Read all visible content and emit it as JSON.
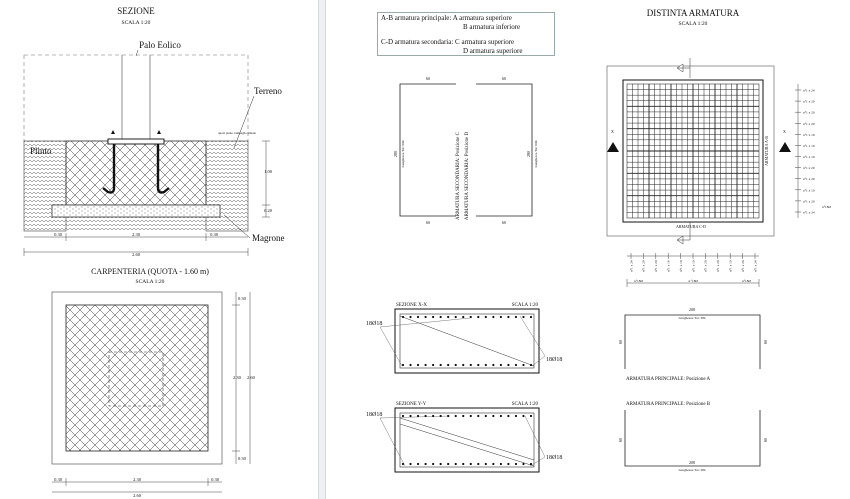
{
  "left": {
    "section": {
      "title": "SEZIONE",
      "scale": "SCALA 1:20"
    },
    "labels": {
      "pole": "Palo Eolico",
      "ground": "Terreno",
      "footing": "Plinto",
      "lean": "Magrone",
      "level_note": "quota piano campagna attuale"
    },
    "section_dims": {
      "h_top": "1.00",
      "h_bottom": "0.20",
      "w_left": "0.30",
      "w_mid": "2.30",
      "w_right": "0.30",
      "w_total": "2.60"
    },
    "plan": {
      "title": "CARPENTERIA (QUOTA - 1.60 m)",
      "scale": "SCALA 1:20"
    },
    "plan_dims": {
      "v_top": "0.30",
      "v_mid": "2.30",
      "v_bottom": "0.30",
      "v_total": "2.60",
      "h_left": "0.30",
      "h_mid": "2.30",
      "h_right": "0.30",
      "h_total": "2.60"
    }
  },
  "legend": {
    "ab": "A-B  armatura principale: A armatura superiore",
    "ab2": "B armatura inferiore",
    "cd": "C-D  armatura secondaria: C armatura superiore",
    "cd2": "D armatura superiore"
  },
  "distinta": {
    "title": "DISTINTA ARMATURA",
    "scale": "SCALA 1:20"
  },
  "secondary": {
    "label_c": "ARMATURA SECONDARIA: Posizione C",
    "label_d": "ARMATURA SECONDARIA: Posizione D",
    "top_dim": "60",
    "side_dim": "280",
    "length_note": "Lunghezza Tot: 604"
  },
  "grid": {
    "label_bottom": "ARMATURA C-D",
    "label_right": "ARMATURA A-B",
    "section_mark": "X",
    "right_spacing": [
      "n°1 x 24",
      "n°1 x 20",
      "n°1 x 20",
      "n°1 x 20",
      "n°1 x 16",
      "n°1 x 10",
      "n°1 x 10",
      "n°1 x 20",
      "n°1 x 20",
      "n°1 x 10",
      "n°1 x 20",
      "n°1 x 24"
    ],
    "bottom_spacing": [
      "n°1 x 24",
      "n°1 x 20",
      "n°1 x 20",
      "n°1 x 16",
      "n°1 x 10",
      "n°1 x 10",
      "n°1 x 20",
      "n°1 x 20",
      "n°1 x 10",
      "n°1 x 20",
      "n°1 x 24"
    ],
    "edge_dim": "n°18Ø",
    "bottom_total": "4 °18Ø"
  },
  "sections": {
    "xx": {
      "title": "SEZIONE X-X",
      "scale": "SCALA 1:20",
      "bar_left": "18Ø18",
      "bar_right": "18Ø18"
    },
    "yy": {
      "title": "SEZIONE Y-Y",
      "scale": "SCALA 1:20",
      "bar_left": "18Ø18",
      "bar_right": "18Ø18"
    }
  },
  "principal": {
    "top_dim": "208",
    "length_note": "Lunghezza Tot: 384",
    "side_dim": "60",
    "label_a": "ARMATURA PRINCIPALE: Posizione A",
    "label_b": "ARMATURA PRINCIPALE: Posizione B"
  }
}
